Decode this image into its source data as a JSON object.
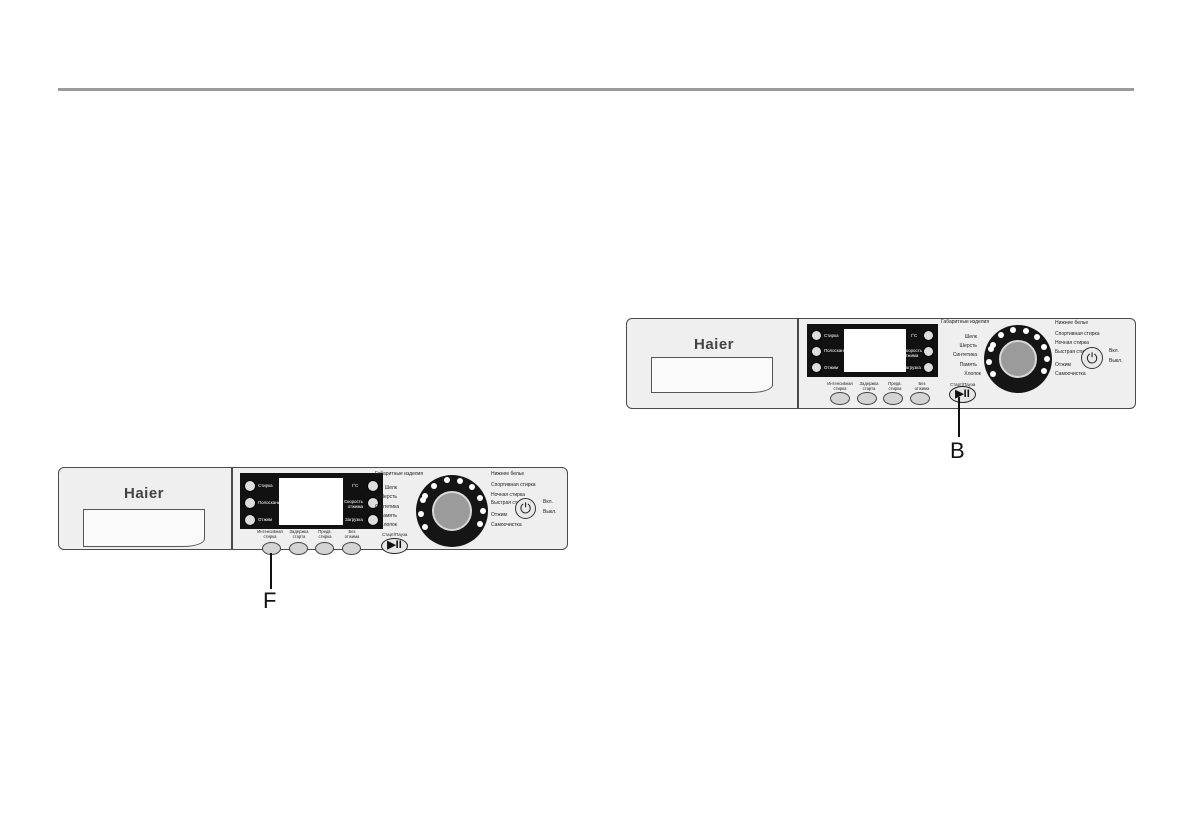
{
  "brand": "Haier",
  "left_buttons": [
    "Стирка",
    "Полоскание",
    "Отжим"
  ],
  "right_buttons": [
    "t°C",
    "Скорость\nотжима",
    "Загрузка"
  ],
  "options_left": [
    "Интенсивная\nстирка",
    "Задержка\nстарта",
    "Предв.\nстирка",
    "Без\nотжима"
  ],
  "options_right": [
    "Интенсивная\nстирка",
    "Задержка\nстарта",
    "Предв.\nстирка",
    "Без\nотжима"
  ],
  "start_pause": "Старт/Пауза",
  "programs_left": [
    "Габаритные\nизделия",
    "Шелк",
    "Шерсть",
    "Синтетика",
    "Память",
    "Хлопок"
  ],
  "programs_right": [
    "Нижнее белье",
    "Спортивная стирка",
    "Ночная стирка",
    "Быстрая\nстирка",
    "Отжим",
    "Самоочистка"
  ],
  "power_on": "Вкл.",
  "power_off": "Выкл.",
  "callout_left": "F",
  "callout_right": "B",
  "icons": {
    "power": "power-icon",
    "play_pause": "play-pause-icon",
    "dial": "program-dial-icon"
  }
}
